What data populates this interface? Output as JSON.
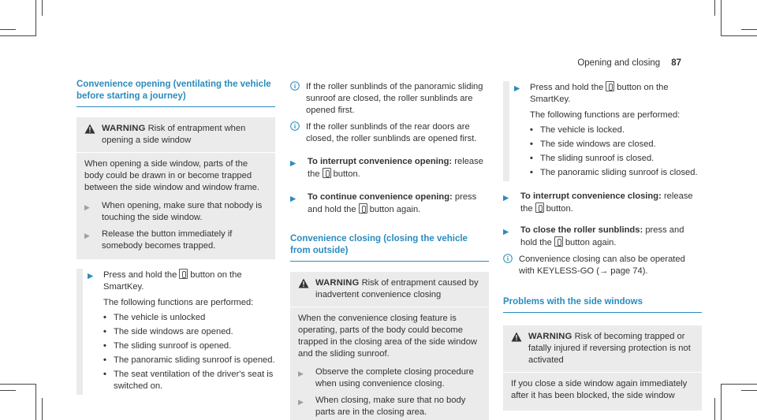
{
  "header": {
    "title": "Opening and closing",
    "page_number": "87"
  },
  "col1": {
    "heading_line1": "Convenience opening (ventilating the vehicle",
    "heading_line2": "before starting a journey)",
    "warning": {
      "label": "WARNING",
      "title_rest": "Risk of entrapment when opening a side window",
      "body": "When opening a side window, parts of the body could be drawn in or become trapped between the side window and window frame.",
      "steps": [
        "When opening, make sure that nobody is touching the side window.",
        "Release the button immediately if somebody becomes trapped."
      ]
    },
    "step": {
      "text_before": "Press and hold the",
      "text_after": "button on the SmartKey.",
      "intro": "The following functions are performed:",
      "bullets": [
        "The vehicle is unlocked",
        "The side windows are opened.",
        "The sliding sunroof is opened.",
        "The panoramic sliding sunroof is opened.",
        "The seat ventilation of the driver's seat is switched on."
      ]
    }
  },
  "col2": {
    "notes": [
      "If the roller sunblinds of the panoramic sliding sunroof are closed, the roller sunblinds are opened first.",
      "If the roller sunblinds of the rear doors are closed, the roller sunblinds are opened first."
    ],
    "steps": [
      {
        "bold": "To interrupt convenience opening:",
        "before": "release the",
        "after": "button."
      },
      {
        "bold": "To continue convenience opening:",
        "before": "press and hold the",
        "after": "button again."
      }
    ],
    "heading_line1": "Convenience closing (closing the vehicle",
    "heading_line2": "from outside)",
    "warning": {
      "label": "WARNING",
      "title_rest": "Risk of entrapment caused by inadvertent convenience closing",
      "body": "When the convenience closing feature is operating, parts of the body could become trapped in the closing area of the side window and the sliding sunroof.",
      "steps": [
        "Observe the complete closing procedure when using convenience closing.",
        "When closing, make sure that no body parts are in the closing area."
      ]
    }
  },
  "col3": {
    "step1": {
      "text_before": "Press and hold the",
      "text_after": "button on the SmartKey.",
      "intro": "The following functions are performed:",
      "bullets": [
        "The vehicle is locked.",
        "The side windows are closed.",
        "The sliding sunroof is closed.",
        "The panoramic sliding sunroof is closed."
      ]
    },
    "step2": {
      "bold": "To interrupt convenience closing:",
      "before": "release the",
      "after": "button."
    },
    "step3": {
      "bold": "To close the roller sunblinds:",
      "before": "press and hold the",
      "after": "button again."
    },
    "note": "Convenience closing can also be operated with KEYLESS-GO (→ page 74).",
    "heading": "Problems with the side windows",
    "warning": {
      "label": "WARNING",
      "title_rest": "Risk of becoming trapped or fatally injured if reversing protection is not activated",
      "body": "If you close a side window again immediately after it has been blocked, the side window"
    }
  },
  "colors": {
    "accent": "#2a8bbf",
    "shade": "#ebebeb",
    "text": "#333333"
  },
  "icons": {
    "warning": "warning-triangle-icon",
    "info": "info-icon",
    "step": "step-arrow-icon",
    "key_button": "smartkey-button-icon"
  }
}
